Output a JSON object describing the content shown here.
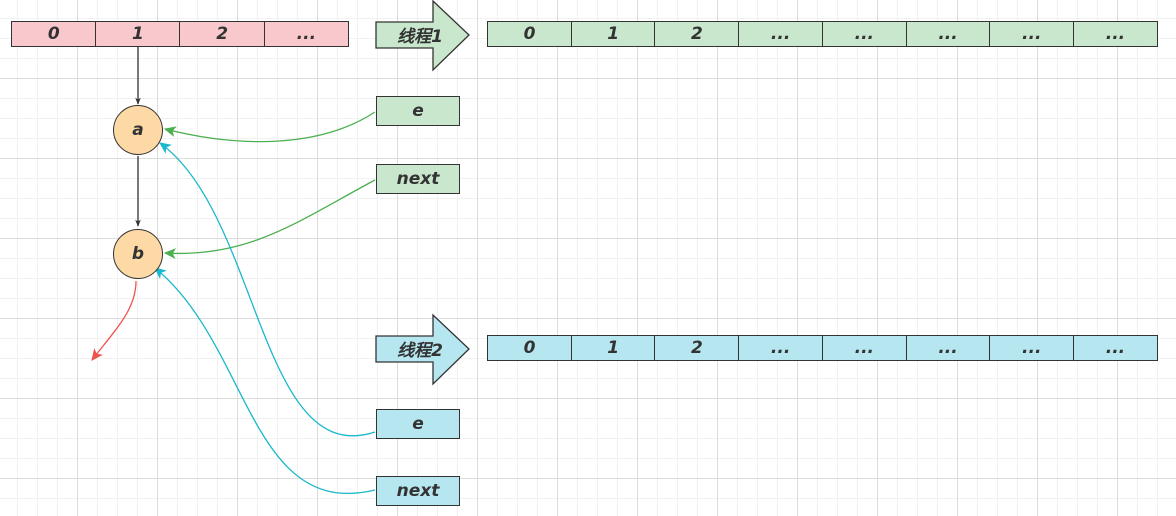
{
  "main_array": {
    "cells": [
      "0",
      "1",
      "2",
      "..."
    ],
    "color": "#f8c8cc"
  },
  "nodes": {
    "a": "a",
    "b": "b",
    "color": "#fdd9a6"
  },
  "thread1": {
    "label": "线程1",
    "cells": [
      "0",
      "1",
      "2",
      "...",
      "...",
      "...",
      "...",
      "..."
    ],
    "e_label": "e",
    "next_label": "next",
    "color": "#c9e7cc",
    "pointer_color": "#4caf50"
  },
  "thread2": {
    "label": "线程2",
    "cells": [
      "0",
      "1",
      "2",
      "...",
      "...",
      "...",
      "...",
      "..."
    ],
    "e_label": "e",
    "next_label": "next",
    "color": "#b6e6f0",
    "pointer_color": "#1ab8cc"
  },
  "dangling_color": "#ef5350"
}
